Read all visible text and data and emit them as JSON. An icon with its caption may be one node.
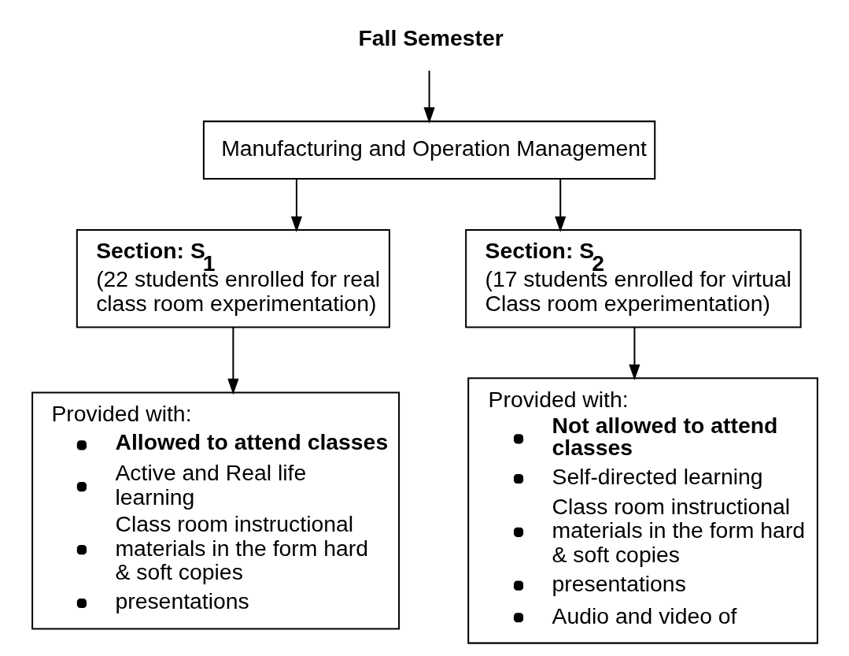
{
  "diagram": {
    "nodes": [
      {
        "text": [
          "Fall Semester"
        ]
      },
      {
        "text": [
          "Manufacturing and Operation Management"
        ]
      },
      {
        "text": [
          "Section: S$_{1}$",
          "(22 students enrolled for real class room experimentation)"
        ]
      },
      {
        "text": [
          "Section: S$_{2}$",
          "(17 students enrolled for virtual Class room experimentation)"
        ]
      },
      {
        "text": [
          "Provided with:",
          "Allowed to attend classes",
          "Active and Real life learning",
          "Class room instructional materials in the form hard & soft copies",
          "presentations"
        ]
      },
      {
        "text": [
          "Provided with:",
          "Not allowed to attend classes",
          "Self-directed learning",
          "Class room instructional materials in the form hard & soft copies",
          "presentations",
          "Audio and video of"
        ]
      }
    ],
    "edges": [
      {
        "from": 0,
        "to": 1,
        "arrow": "to"
      },
      {
        "from": 1,
        "to": 2,
        "arrow": "to"
      },
      {
        "from": 1,
        "to": 3,
        "arrow": "to"
      },
      {
        "from": 2,
        "to": 4,
        "arrow": "to"
      },
      {
        "from": 3,
        "to": 5,
        "arrow": "to"
      }
    ]
  }
}
